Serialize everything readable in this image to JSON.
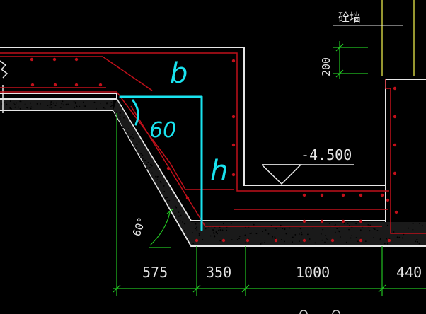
{
  "drawing": {
    "wall_label": "砼墙",
    "level_label": "-4.500",
    "dim_vertical": "200",
    "angle_label": "60°",
    "dims_bottom": [
      "575",
      "350",
      "1000",
      "440"
    ]
  },
  "annotations": {
    "b_label": "b",
    "h_label": "h",
    "angle_label": "60"
  },
  "colors": {
    "background": "#000000",
    "outline": "#e6e6e6",
    "rebar": "#c0101a",
    "dimension": "#22c322",
    "annotation": "#19e3ef",
    "wall_yellow": "#c8c840"
  }
}
